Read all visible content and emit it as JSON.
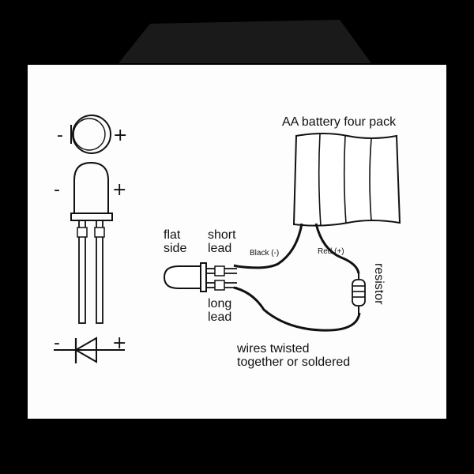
{
  "diagram": {
    "led_symbols": {
      "top_view": {
        "minus": "-",
        "plus": "+"
      },
      "side_view": {
        "minus": "-",
        "plus": "+"
      },
      "schematic": {
        "minus": "-",
        "plus": "+"
      }
    },
    "led_labels": {
      "flat_line1": "flat",
      "flat_line2": "side",
      "short_line1": "short",
      "short_line2": "lead",
      "long_line1": "long",
      "long_line2": "lead"
    },
    "battery": {
      "label": "AA battery four pack"
    },
    "wires": {
      "black_label": "Black (-)",
      "red_label": "Red (+)"
    },
    "resistor": {
      "label": "resistor"
    },
    "note": {
      "line1": "wires twisted",
      "line2": "together or soldered"
    }
  }
}
